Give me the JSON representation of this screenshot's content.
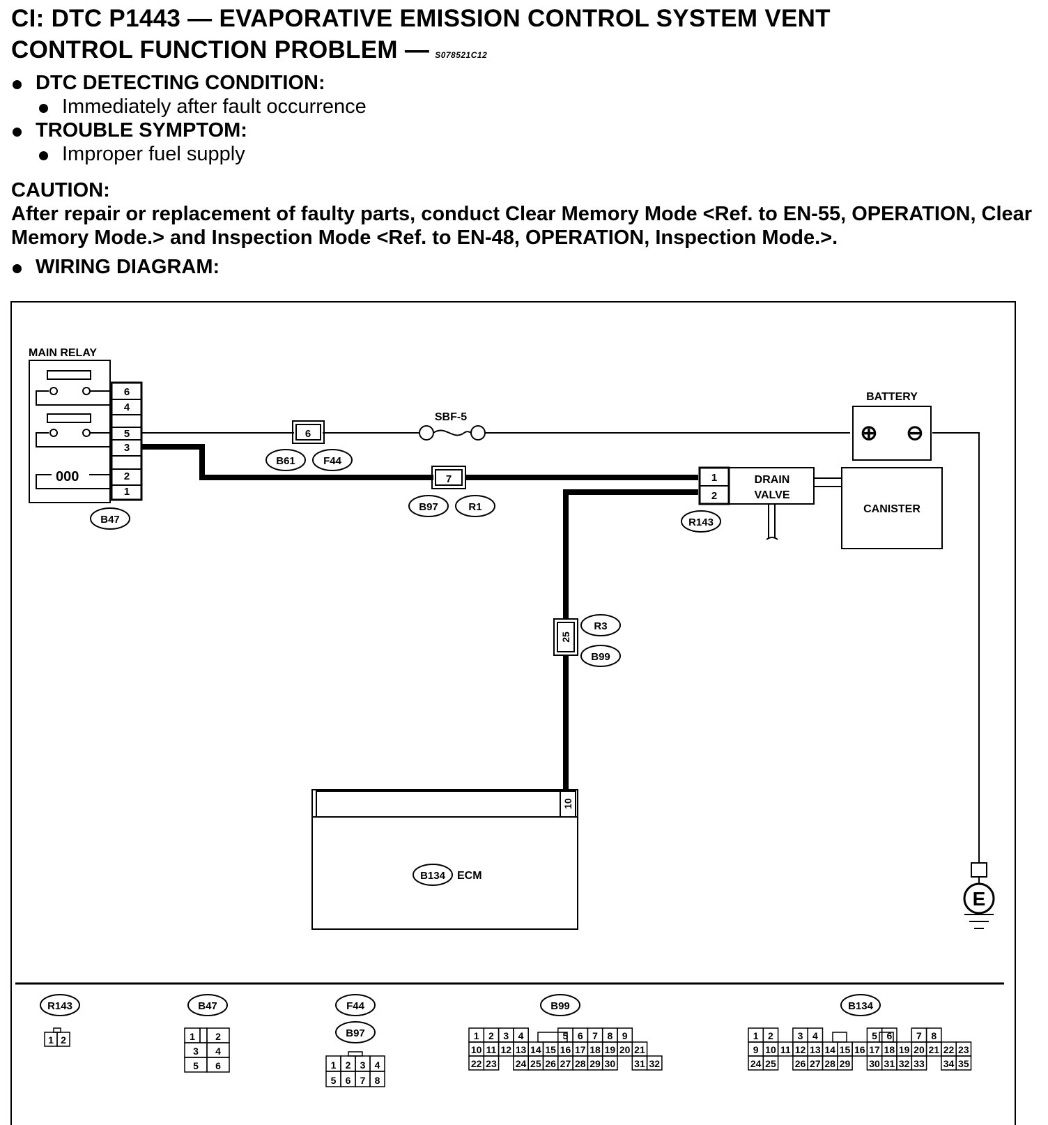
{
  "header": {
    "title_line1": "CI:  DTC P1443 — EVAPORATIVE EMISSION CONTROL SYSTEM VENT",
    "title_line2": "CONTROL FUNCTION PROBLEM —",
    "doc_code": "S078521C12"
  },
  "detecting": {
    "heading": "DTC DETECTING CONDITION:",
    "item": "Immediately after fault occurrence"
  },
  "symptom": {
    "heading": "TROUBLE SYMPTOM:",
    "item": "Improper fuel supply"
  },
  "caution": {
    "heading": "CAUTION:",
    "text": "After repair or replacement of faulty parts, conduct Clear Memory Mode <Ref. to EN-55, OPERATION, Clear Memory Mode.> and Inspection Mode <Ref. to EN-48, OPERATION, Inspection Mode.>."
  },
  "wiring": {
    "heading": "WIRING DIAGRAM:",
    "main_relay": {
      "label": "MAIN RELAY",
      "pins": [
        "6",
        "4",
        "5",
        "3",
        "2",
        "1"
      ],
      "connector": "B47",
      "coil": "000"
    },
    "fuse": {
      "label": "SBF-5"
    },
    "battery": {
      "label": "BATTERY",
      "plus": "⊕",
      "minus": "⊖"
    },
    "conn_b61": {
      "pin": "6",
      "tags": [
        "B61",
        "F44"
      ]
    },
    "conn_b97": {
      "pin": "7",
      "tags": [
        "B97",
        "R1"
      ]
    },
    "drain_valve": {
      "label_line1": "DRAIN",
      "label_line2": "VALVE",
      "pins": [
        "1",
        "2"
      ],
      "connector": "R143"
    },
    "canister": {
      "label": "CANISTER"
    },
    "conn_r3": {
      "pin": "25",
      "tags": [
        "R3",
        "B99"
      ]
    },
    "ecm": {
      "label": "ECM",
      "connector": "B134",
      "pin": "10"
    },
    "ground": {
      "label": "E"
    }
  },
  "connectors": {
    "r143": {
      "tag": "R143",
      "pins": [
        "1",
        "2"
      ]
    },
    "b47": {
      "tag": "B47",
      "pins": [
        "1",
        "2",
        "3",
        "4",
        "5",
        "6"
      ]
    },
    "f44_b97": {
      "tags": [
        "F44",
        "B97"
      ],
      "pins": [
        "1",
        "2",
        "3",
        "4",
        "5",
        "6",
        "7",
        "8"
      ]
    },
    "b99": {
      "tag": "B99",
      "rows": [
        [
          "1",
          "2",
          "3",
          "4",
          "",
          "",
          "5",
          "6",
          "7",
          "8",
          "9"
        ],
        [
          "10",
          "11",
          "12",
          "13",
          "14",
          "15",
          "16",
          "17",
          "18",
          "19",
          "20",
          "21"
        ],
        [
          "22",
          "23",
          "",
          "24",
          "25",
          "26",
          "27",
          "28",
          "29",
          "30",
          "",
          "31",
          "32"
        ]
      ]
    },
    "b134": {
      "tag": "B134",
      "rows": [
        [
          "1",
          "2",
          "",
          "3",
          "4",
          "",
          "",
          "",
          "5",
          "6",
          "",
          "7",
          "8"
        ],
        [
          "9",
          "10",
          "11",
          "12",
          "13",
          "14",
          "15",
          "16",
          "17",
          "18",
          "19",
          "20",
          "21",
          "22",
          "23"
        ],
        [
          "24",
          "25",
          "",
          "26",
          "27",
          "28",
          "29",
          "",
          "30",
          "31",
          "32",
          "33",
          "",
          "34",
          "35"
        ]
      ]
    }
  }
}
